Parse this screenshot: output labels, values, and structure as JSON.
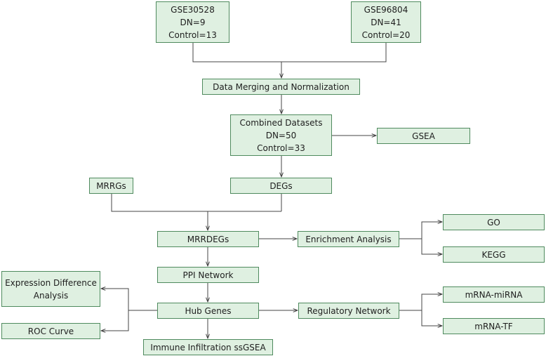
{
  "colors": {
    "box_fill": "#dff0e1",
    "box_border": "#4f8a5e",
    "connector": "#444444",
    "text": "#1e1e1e"
  },
  "nodes": {
    "gse30528": {
      "lines": [
        "GSE30528",
        "DN=9",
        "Control=13"
      ]
    },
    "gse96804": {
      "lines": [
        "GSE96804",
        "DN=41",
        "Control=20"
      ]
    },
    "merge": {
      "label": "Data Merging and Normalization"
    },
    "combined": {
      "lines": [
        "Combined Datasets",
        "DN=50",
        "Control=33"
      ]
    },
    "gsea": {
      "label": "GSEA"
    },
    "mrrgs": {
      "label": "MRRGs"
    },
    "degs": {
      "label": "DEGs"
    },
    "mrrdegs": {
      "label": "MRRDEGs"
    },
    "enrichment": {
      "label": "Enrichment Analysis"
    },
    "go": {
      "label": "GO"
    },
    "kegg": {
      "label": "KEGG"
    },
    "ppi": {
      "label": "PPI Network"
    },
    "hub": {
      "label": "Hub Genes"
    },
    "expression": {
      "lines": [
        "Expression Difference",
        "Analysis"
      ]
    },
    "roc": {
      "label": "ROC Curve"
    },
    "regulatory": {
      "label": "Regulatory Network"
    },
    "mirna": {
      "label": "mRNA-miRNA"
    },
    "tf": {
      "label": "mRNA-TF"
    },
    "immune": {
      "label": "Immune Infiltration ssGSEA"
    }
  }
}
